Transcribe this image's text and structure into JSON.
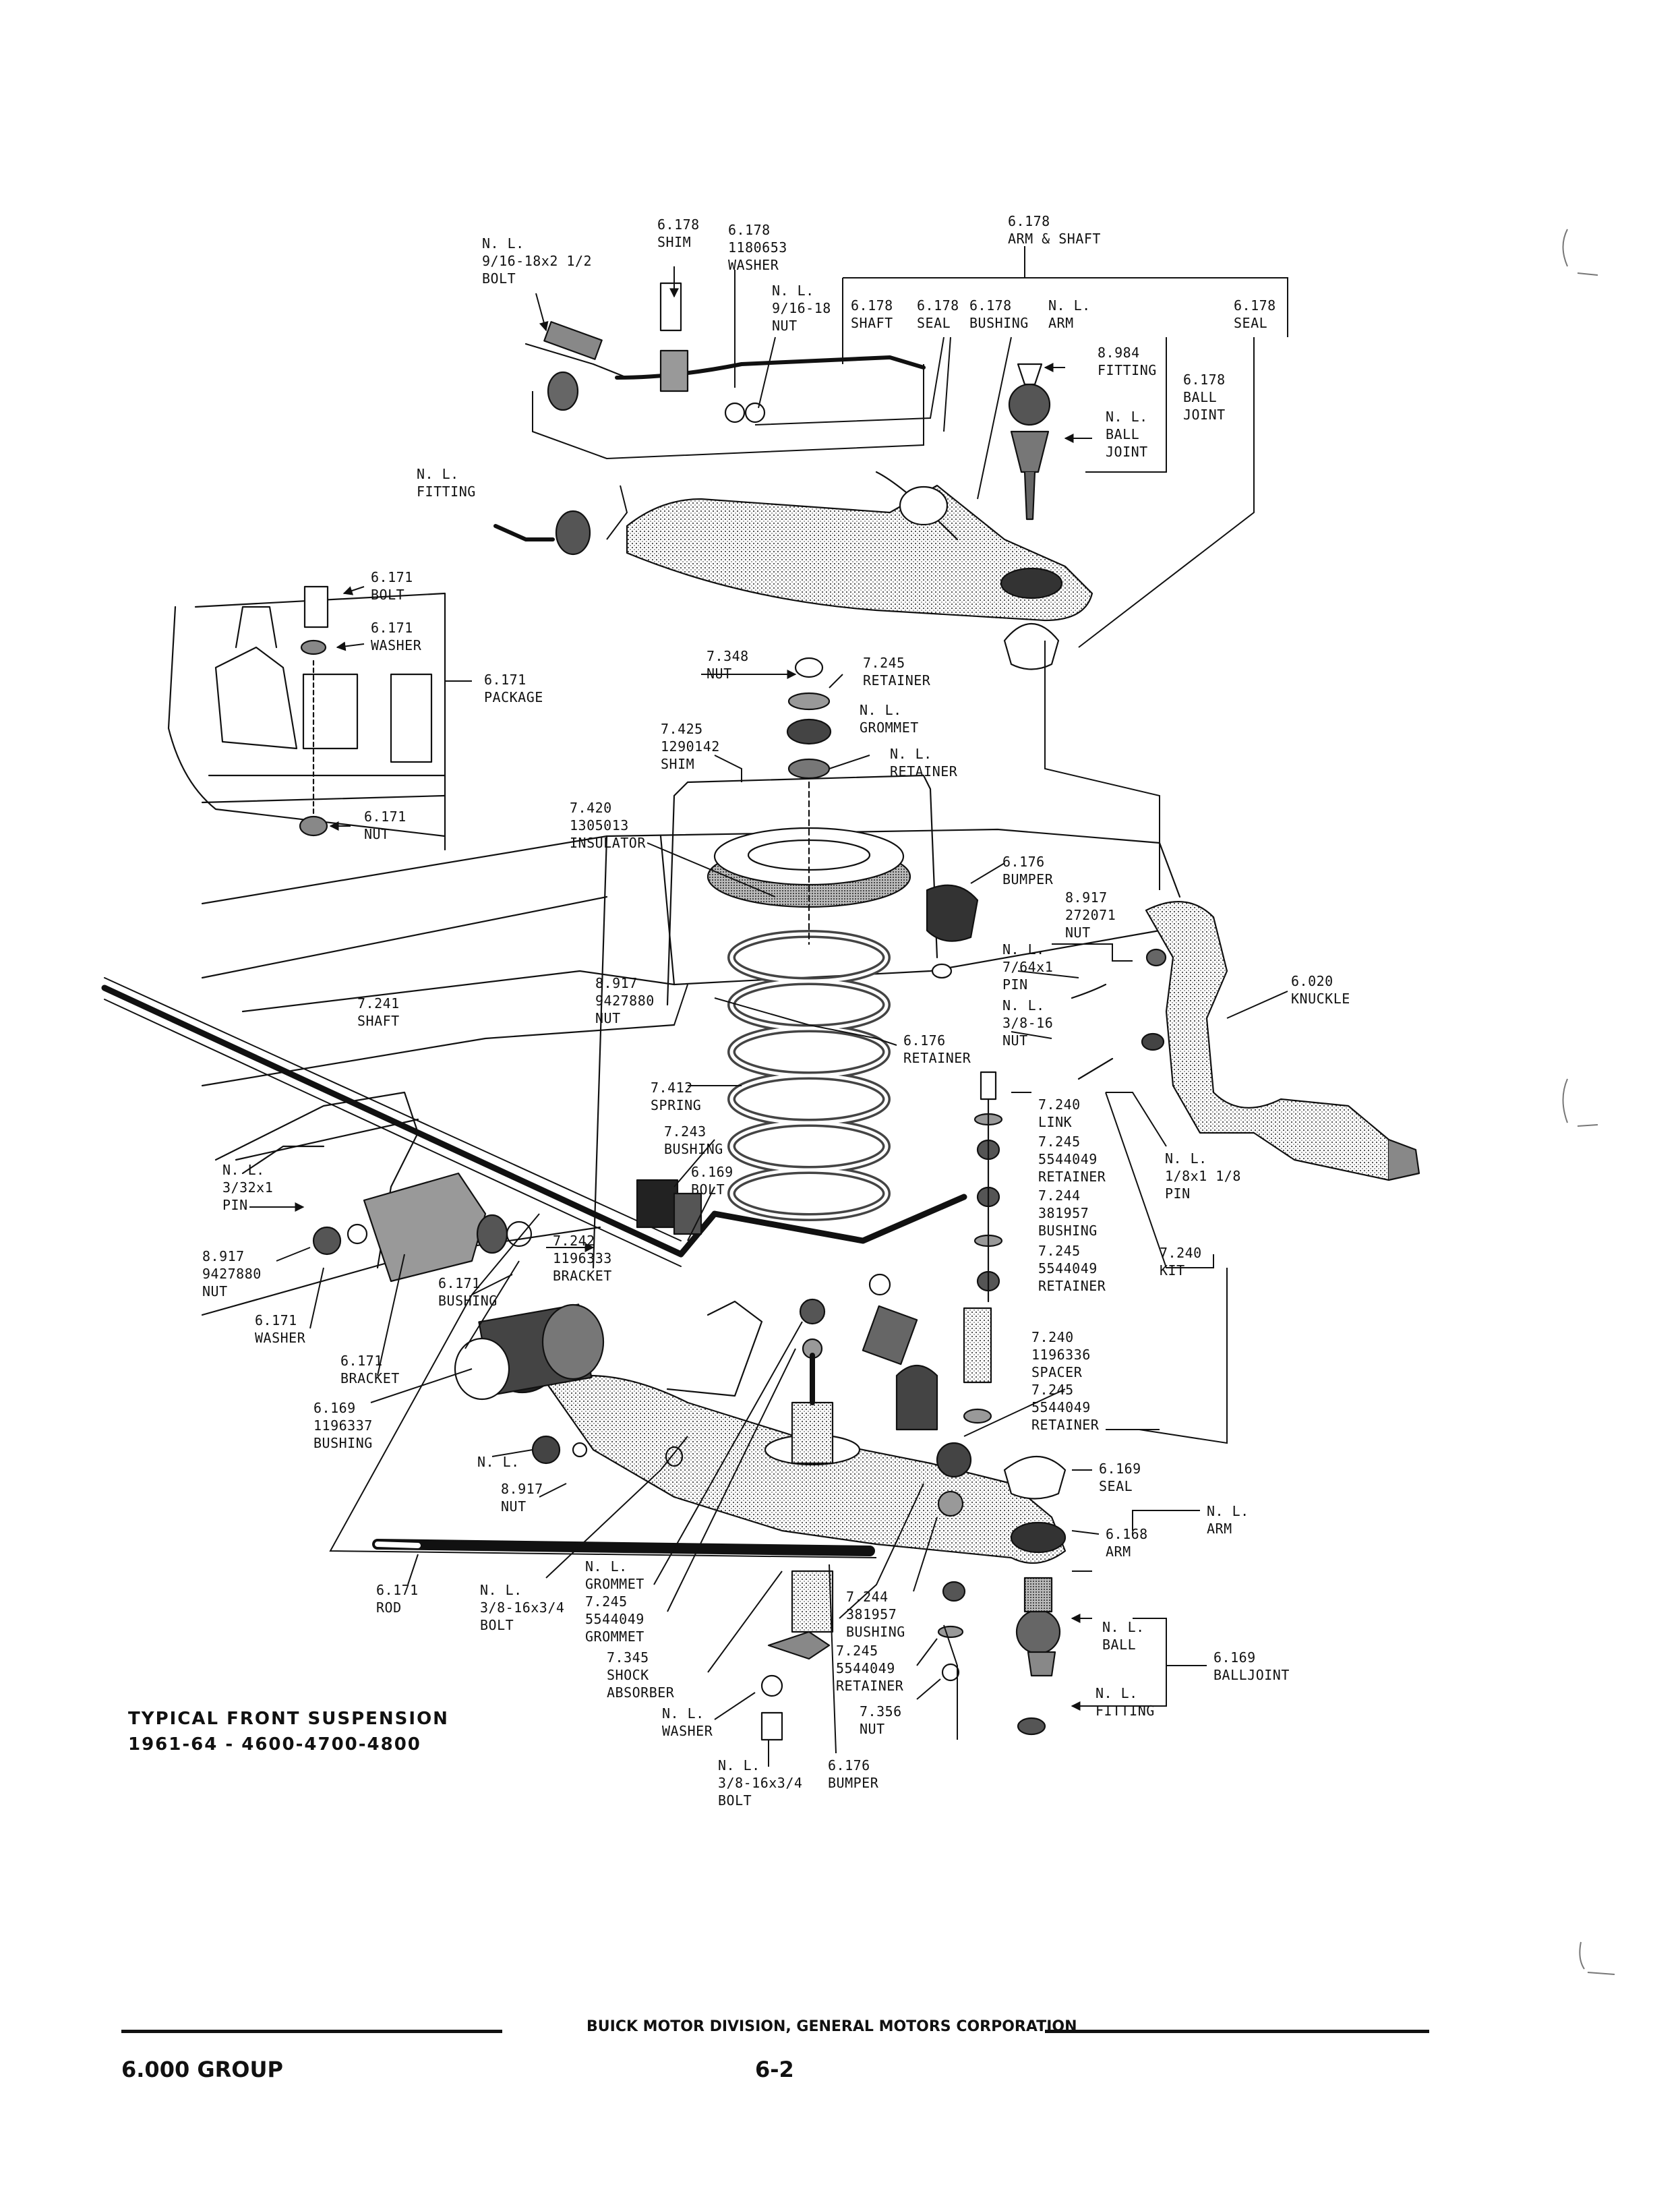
{
  "labels": {
    "arm_shaft": [
      "6.178",
      "ARM & SHAFT"
    ],
    "nl_bolt_top": [
      "N. L.",
      "9/16-18x2 1/2",
      "BOLT"
    ],
    "shim_top": [
      "6.178",
      "SHIM"
    ],
    "washer_top": [
      "6.178",
      "1180653",
      "WASHER"
    ],
    "nut_top": [
      "N. L.",
      "9/16-18",
      "NUT"
    ],
    "shaft": [
      "6.178",
      "SHAFT"
    ],
    "seal_upper": [
      "6.178",
      "SEAL"
    ],
    "bushing_upper": [
      "6.178",
      "BUSHING"
    ],
    "arm_upper": [
      "N. L.",
      "ARM"
    ],
    "seal_upper_right": [
      "6.178",
      "SEAL"
    ],
    "fitting_upper": [
      "8.984",
      "FITTING"
    ],
    "ball_joint_upper": [
      "6.178",
      "BALL",
      "JOINT"
    ],
    "nl_ball_joint_upper": [
      "N. L.",
      "BALL",
      "JOINT"
    ],
    "nl_fitting_left": [
      "N. L.",
      "FITTING"
    ],
    "bolt_6171": [
      "6.171",
      "BOLT"
    ],
    "washer_6171": [
      "6.171",
      "WASHER"
    ],
    "package_6171": [
      "6.171",
      "PACKAGE"
    ],
    "nut_6171": [
      "6.171",
      "NUT"
    ],
    "nut_7348": [
      "7.348",
      "NUT"
    ],
    "retainer_7245_top": [
      "7.245",
      "RETAINER"
    ],
    "grommet_nl": [
      "N. L.",
      "GROMMET"
    ],
    "shim_7425": [
      "7.425",
      "1290142",
      "SHIM"
    ],
    "retainer_nl": [
      "N. L.",
      "RETAINER"
    ],
    "insulator_7420": [
      "7.420",
      "1305013",
      "INSULATOR"
    ],
    "bumper_6176": [
      "6.176",
      "BUMPER"
    ],
    "nut_8917_right": [
      "8.917",
      "272071",
      "NUT"
    ],
    "pin_nl_upper": [
      "N. L.",
      "7/64x1",
      "PIN"
    ],
    "nut_nl_upper": [
      "N. L.",
      "3/8-16",
      "NUT"
    ],
    "knuckle": [
      "6.020",
      "KNUCKLE"
    ],
    "shaft_7241": [
      "7.241",
      "SHAFT"
    ],
    "nut_8917_mid": [
      "8.917",
      "9427880",
      "NUT"
    ],
    "retainer_6176": [
      "6.176",
      "RETAINER"
    ],
    "spring_7412": [
      "7.412",
      "SPRING"
    ],
    "bushing_7243": [
      "7.243",
      "BUSHING"
    ],
    "bolt_6169": [
      "6.169",
      "BOLT"
    ],
    "link_7240": [
      "7.240",
      "LINK"
    ],
    "retainer_7245_a": [
      "7.245",
      "5544049",
      "RETAINER"
    ],
    "bushing_7244_a": [
      "7.244",
      "381957",
      "BUSHING"
    ],
    "retainer_7245_b": [
      "7.245",
      "5544049",
      "RETAINER"
    ],
    "pin_nl_right": [
      "N. L.",
      "1/8x1 1/8",
      "PIN"
    ],
    "kit_7240": [
      "7.240",
      "KIT"
    ],
    "pin_nl_left": [
      "N. L.",
      "3/32x1",
      "PIN"
    ],
    "nut_8917_left": [
      "8.917",
      "9427880",
      "NUT"
    ],
    "washer_6171_left": [
      "6.171",
      "WASHER"
    ],
    "bracket_7242": [
      "7.242",
      "1196333",
      "BRACKET"
    ],
    "bushing_6171": [
      "6.171",
      "BUSHING"
    ],
    "bracket_6171": [
      "6.171",
      "BRACKET"
    ],
    "bushing_6169": [
      "6.169",
      "1196337",
      "BUSHING"
    ],
    "nl_small": [
      "N. L."
    ],
    "nut_8917_low": [
      "8.917",
      "NUT"
    ],
    "spacer_7240": [
      "7.240",
      "1196336",
      "SPACER"
    ],
    "retainer_7245_c": [
      "7.245",
      "5544049",
      "RETAINER"
    ],
    "seal_6169": [
      "6.169",
      "SEAL"
    ],
    "arm_nl_lower": [
      "N. L.",
      "ARM"
    ],
    "arm_6168": [
      "6.168",
      "ARM"
    ],
    "rod_6171": [
      "6.171",
      "ROD"
    ],
    "bolt_nl_lower": [
      "N. L.",
      "3/8-16x3/4",
      "BOLT"
    ],
    "grommet_stack": [
      "N. L.",
      "GROMMET",
      "7.245",
      "5544049",
      "GROMMET"
    ],
    "shock_7345": [
      "7.345",
      "SHOCK",
      "ABSORBER"
    ],
    "washer_nl": [
      "N. L.",
      "WASHER"
    ],
    "bushing_7244_b": [
      "7.244",
      "381957",
      "BUSHING"
    ],
    "retainer_7245_d": [
      "7.245",
      "5544049",
      "RETAINER"
    ],
    "nut_7356": [
      "7.356",
      "NUT"
    ],
    "ball_nl": [
      "N. L.",
      "BALL"
    ],
    "balljoint_6169": [
      "6.169",
      "BALLJOINT"
    ],
    "fitting_nl_lower": [
      "N. L.",
      "FITTING"
    ],
    "bolt_nl_bottom": [
      "N. L.",
      "3/8-16x3/4",
      "BOLT"
    ],
    "bumper_6176_bottom": [
      "6.176",
      "BUMPER"
    ]
  },
  "caption": {
    "line1": "TYPICAL FRONT SUSPENSION",
    "line2": "1961-64 - 4600-4700-4800"
  },
  "footer": {
    "company": "BUICK MOTOR DIVISION, GENERAL MOTORS CORPORATION",
    "group": "6.000 GROUP",
    "page": "6-2"
  }
}
